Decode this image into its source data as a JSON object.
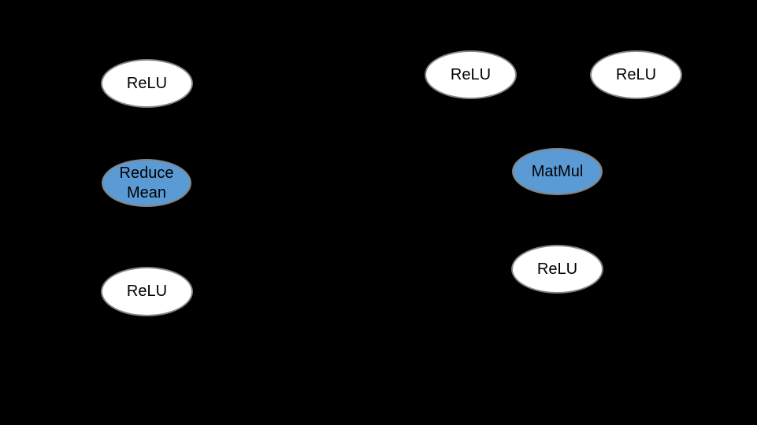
{
  "canvas": {
    "background": "#000000"
  },
  "colors": {
    "node_fill_white": "#ffffff",
    "node_fill_blue": "#5b9bd5",
    "node_border": "#848484",
    "node_text": "#000000"
  },
  "diagram": {
    "description": "Two computation sub-graphs of operator nodes on a black background; arrows between nodes are not visible.",
    "nodes": [
      {
        "id": "relu-top-left",
        "label": "ReLU",
        "fill": "white",
        "group": "left"
      },
      {
        "id": "reduce-mean",
        "label": "Reduce Mean",
        "fill": "blue",
        "group": "left"
      },
      {
        "id": "relu-bottom-left",
        "label": "ReLU",
        "fill": "white",
        "group": "left"
      },
      {
        "id": "relu-top-mid",
        "label": "ReLU",
        "fill": "white",
        "group": "right"
      },
      {
        "id": "relu-top-right",
        "label": "ReLU",
        "fill": "white",
        "group": "right"
      },
      {
        "id": "matmul",
        "label": "MatMul",
        "fill": "blue",
        "group": "right"
      },
      {
        "id": "relu-bottom-right",
        "label": "ReLU",
        "fill": "white",
        "group": "right"
      }
    ]
  }
}
